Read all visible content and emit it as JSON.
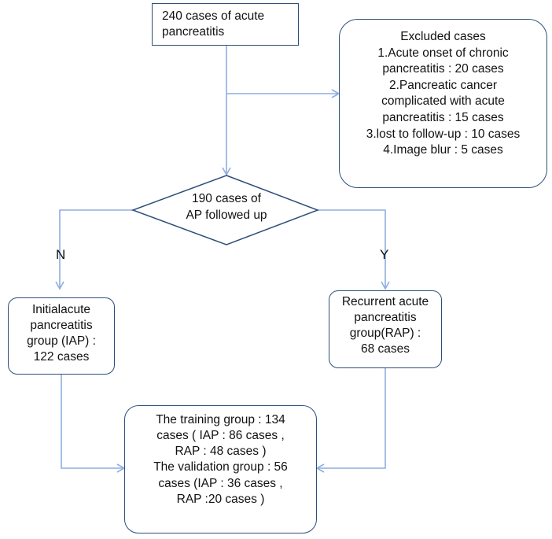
{
  "diagram": {
    "start_box": {
      "lines": [
        "240 cases of acute",
        "pancreatitis"
      ]
    },
    "excluded_box": {
      "lines": [
        "Excluded cases",
        "1.Acute onset of chronic",
        "pancreatitis : 20 cases",
        "2.Pancreatic cancer",
        "complicated with acute",
        "pancreatitis : 15 cases",
        "3.lost to follow-up : 10 cases",
        "4.Image blur : 5 cases"
      ]
    },
    "decision": {
      "lines": [
        "190 cases of",
        "AP followed up"
      ]
    },
    "branch_no_label": "N",
    "branch_yes_label": "Y",
    "iap_box": {
      "lines": [
        "Initialacute",
        "pancreatitis",
        "group (IAP) :",
        "122 cases"
      ]
    },
    "rap_box": {
      "lines": [
        "Recurrent acute",
        "pancreatitis",
        "group(RAP)  :",
        "68 cases"
      ]
    },
    "final_box": {
      "lines": [
        "The training group : 134",
        "cases ( IAP : 86 cases ,",
        "RAP : 48 cases )",
        "The validation group : 56",
        "cases (IAP : 36 cases ,",
        "RAP :20 cases )"
      ]
    },
    "colors": {
      "box_border": "#2d4f7c",
      "arrow": "#8eaee0"
    }
  }
}
